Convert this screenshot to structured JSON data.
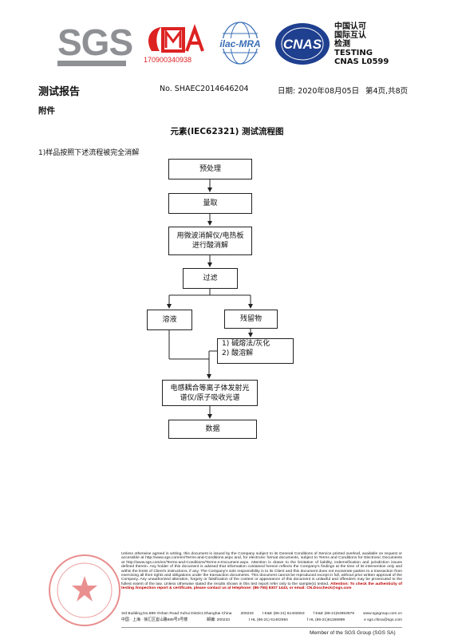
{
  "header": {
    "logo_sgs": "SGS",
    "cma_number": "170900340938",
    "logo_ilac": "ilac-MRA",
    "logo_cnas": "CNAS",
    "cert_lines": [
      "中国认可",
      "国际互认",
      "检测",
      "TESTING",
      "CNAS L0599"
    ]
  },
  "report": {
    "title": "测试报告",
    "number": "No. SHAEC2014646204",
    "date": "日期: 2020年08月05日",
    "page": "第4页,共8页",
    "attachment": "附件"
  },
  "flow": {
    "title": "元素(IEC62321) 测试流程图",
    "intro": "1)样品按照下述流程被完全消解",
    "step1": "预处理",
    "step2": "量取",
    "step3_line1": "用微波消解仪/电热板",
    "step3_line2": "进行酸消解",
    "step4": "过滤",
    "left_branch": "溶液",
    "right_branch": "残留物",
    "residue_line1": "1) 碱熔法/灰化",
    "residue_line2": "2) 酸溶解",
    "icp_line1": "电感耦合等离子体发射光",
    "icp_line2": "谱仪/原子吸收光谱",
    "data": "数据"
  },
  "footer": {
    "disclaimer": "Unless otherwise agreed in writing, this document is issued by the Company subject to its General Conditions of Service printed overleaf, available on request or accessible at http://www.sgs.com/en/Terms-and-Conditions.aspx and, for electronic format documents, subject to Terms and Conditions for Electronic Documents at http://www.sgs.com/en/Terms-and-Conditions/Terms-e-Document.aspx. Attention is drawn to the limitation of liability, indemnification and jurisdiction issues defined therein. Any holder of this document is advised that information contained hereon reflects the Company's findings at the time of its intervention only and within the limits of Client's instructions, if any. The Company's sole responsibility is to its Client and this document does not exonerate parties to a transaction from exercising all their rights and obligations under the transaction documents. This document cannot be reproduced except in full, without prior written approval of the Company. Any unauthorized alteration, forgery or falsification of the content or appearance of this document is unlawful and offenders may be prosecuted to the fullest extent of the law. Unless otherwise stated the results shown in this test report refer only to the sample(s) tested.",
    "attention": "Attention: To check the authenticity of testing /inspection report & certificate, please contact us at telephone: (86-755) 8307 1443, or email: CN.Doccheck@sgs.com",
    "addr_en": "3rd Building,No.889 Yishan Road Xuhui District,Shanghai China",
    "zip_en": "200233",
    "tel_en": "t E&E (86-21) 61402553",
    "fax_en": "f E&E (86-21)64953679",
    "web": "www.sgsgroup.com.cn",
    "addr_cn": "中国 · 上海 · 徐汇区宜山路889号3号楼",
    "zip_cn": "邮编: 200233",
    "tel_cn": "t HL (86-21) 61402594",
    "fax_cn": "f HL (86-21)61156899",
    "email": "e sgs.china@sgs.com",
    "member": "Member of the SGS Group (SGS SA)"
  }
}
